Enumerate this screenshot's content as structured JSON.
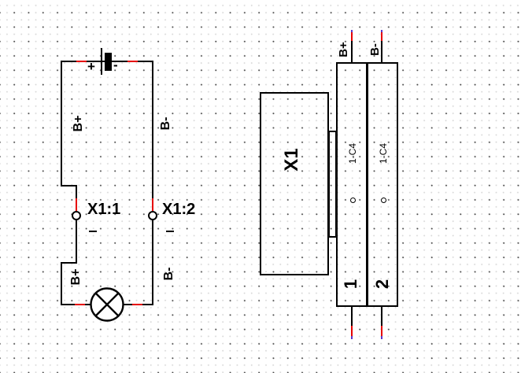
{
  "colors": {
    "line": "#000000",
    "connection_marker_red": "#e60000",
    "wire_tip_violet": "#5b35c8",
    "background": "#ffffff"
  },
  "circuit": {
    "battery": {
      "plus": "+",
      "minus": "-"
    },
    "wire_labels": {
      "top_left": "B+",
      "top_right": "B-",
      "bottom_left": "B+",
      "bottom_right": "B-"
    },
    "terminal_refs": {
      "left": "X1:1",
      "right": "X1:2"
    }
  },
  "strip": {
    "designation": "X1",
    "terminals": [
      {
        "number": "1",
        "label": "1-C4",
        "wire_label": "B+"
      },
      {
        "number": "2",
        "label": "1-C4",
        "wire_label": "B-"
      }
    ]
  }
}
